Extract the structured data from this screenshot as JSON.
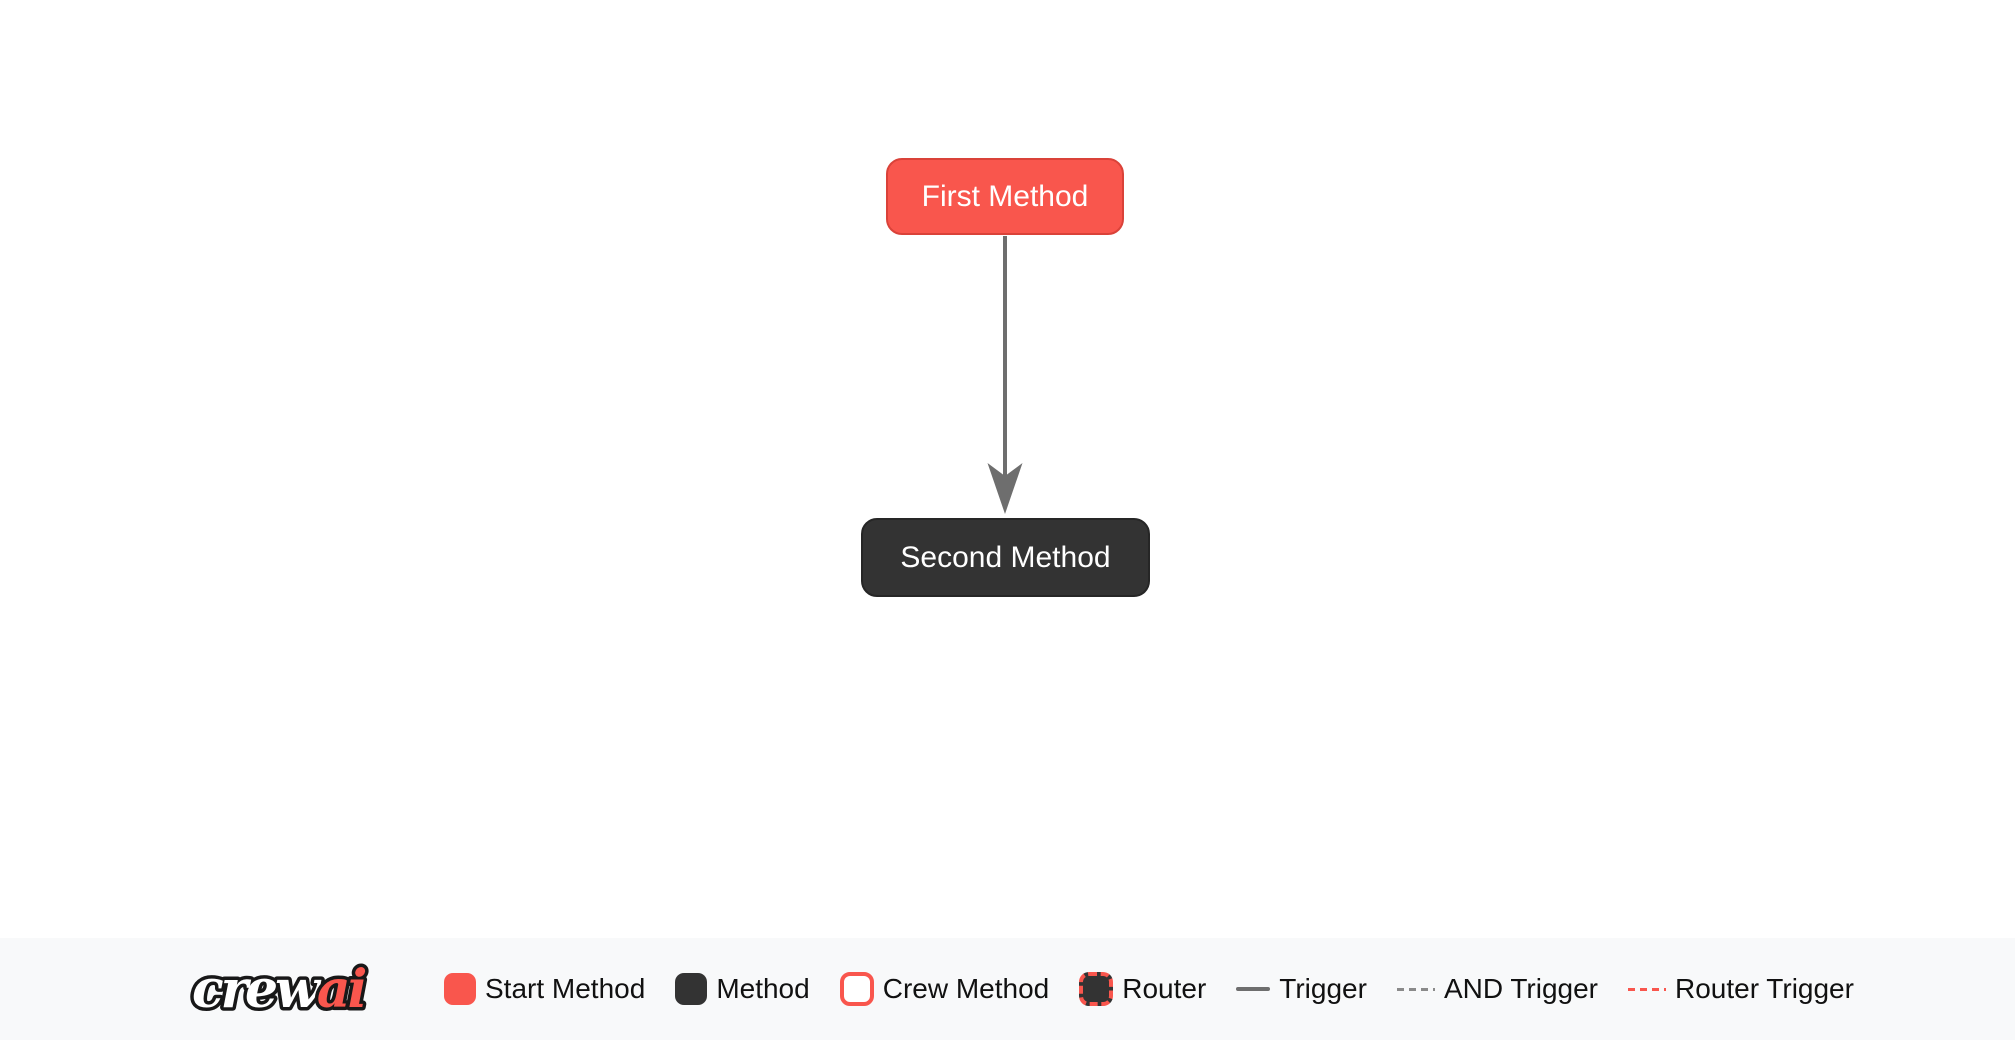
{
  "diagram": {
    "nodes": [
      {
        "label": "First Method",
        "type": "start-method"
      },
      {
        "label": "Second Method",
        "type": "method"
      }
    ],
    "edges": [
      {
        "from": "First Method",
        "to": "Second Method",
        "type": "trigger"
      }
    ]
  },
  "legend": {
    "logo": {
      "crew": "crew",
      "ai": "ai"
    },
    "items": [
      {
        "label": "Start Method",
        "swatch": "start-method-box"
      },
      {
        "label": "Method",
        "swatch": "method-box"
      },
      {
        "label": "Crew Method",
        "swatch": "crew-method-box"
      },
      {
        "label": "Router",
        "swatch": "router-box"
      },
      {
        "label": "Trigger",
        "swatch": "trigger-solid-line"
      },
      {
        "label": "AND Trigger",
        "swatch": "and-trigger-dashed-line"
      },
      {
        "label": "Router Trigger",
        "swatch": "router-trigger-dashed-line"
      }
    ]
  },
  "colors": {
    "start_method_red": "#F9564D",
    "method_dark": "#333333",
    "crew_method_border": "#F9564D",
    "router_border": "#F9564D",
    "trigger_gray": "#6E6E6E",
    "and_trigger_gray": "#8A8A8A",
    "router_trigger_red": "#F9564D",
    "legend_background": "#F8F9FA",
    "canvas_background": "#FFFFFF",
    "node_text": "#FFFFFF",
    "legend_text": "#111111"
  }
}
